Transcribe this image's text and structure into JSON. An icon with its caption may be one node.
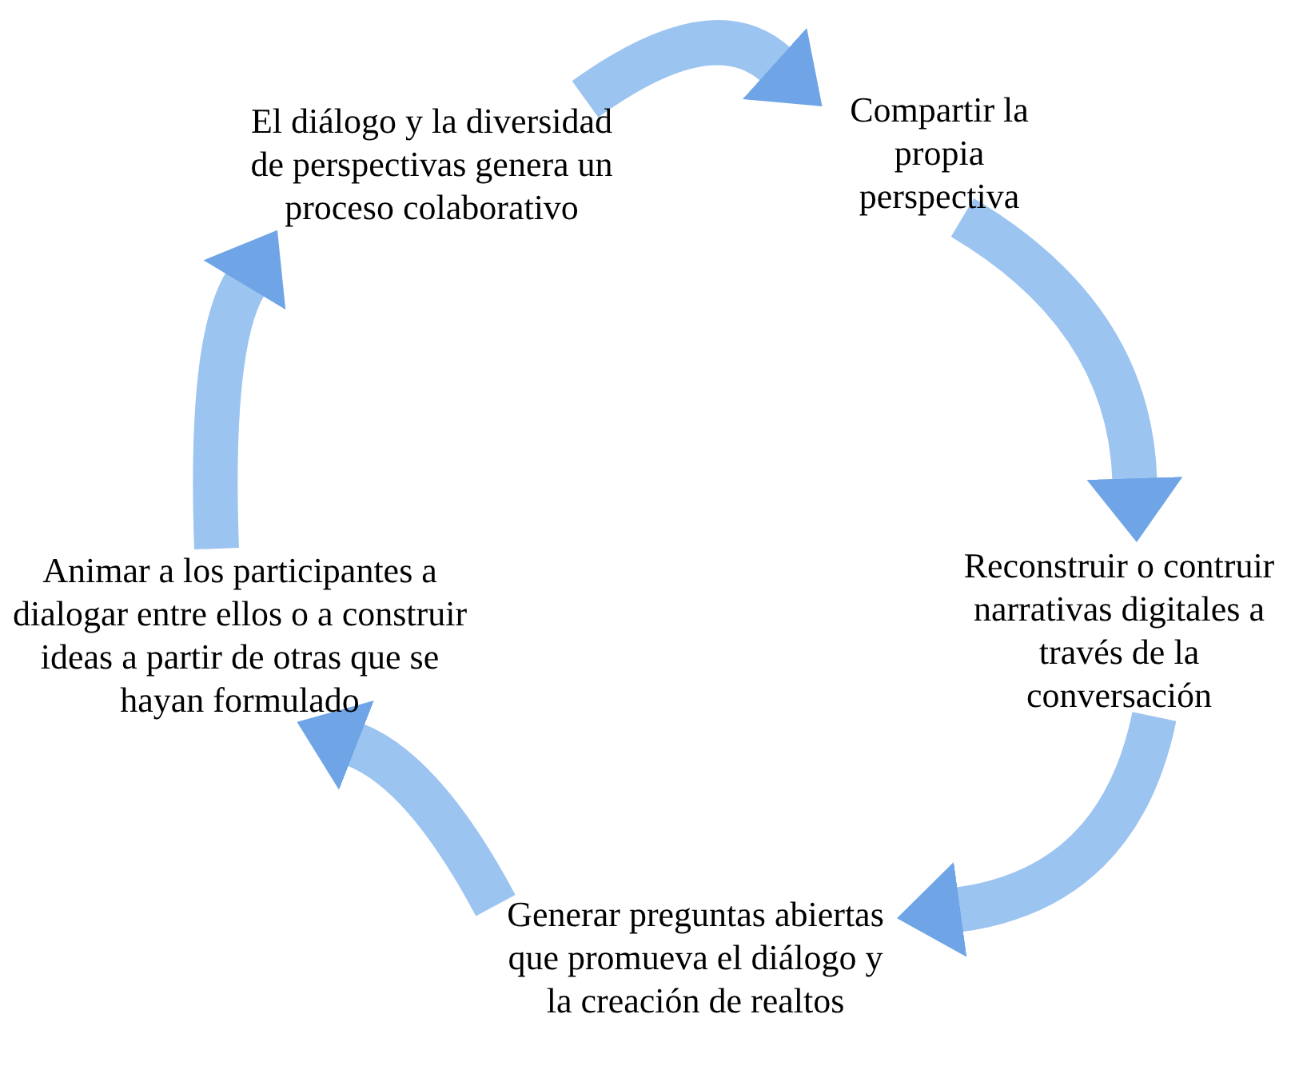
{
  "diagram": {
    "nodes": [
      {
        "text": [
          "El diálogo y la diversidad de perspectivas genera un proceso colaborativo"
        ]
      },
      {
        "text": [
          "Compartir la propia perspectiva"
        ]
      },
      {
        "text": [
          "Reconstruir o contruir narrativas digitales a través de la conversación"
        ]
      },
      {
        "text": [
          "Generar preguntas abiertas que promueva el diálogo y la creación de realtos"
        ]
      },
      {
        "text": [
          "Animar a los participantes a dialogar entre ellos o a construir ideas a partir de otras que se hayan formulado"
        ]
      }
    ],
    "edges": [
      {
        "from": 0,
        "to": 1,
        "arrow": "to"
      },
      {
        "from": 1,
        "to": 2,
        "arrow": "to"
      },
      {
        "from": 2,
        "to": 3,
        "arrow": "to"
      },
      {
        "from": 3,
        "to": 4,
        "arrow": "to"
      },
      {
        "from": 4,
        "to": 0,
        "arrow": "to"
      }
    ]
  }
}
